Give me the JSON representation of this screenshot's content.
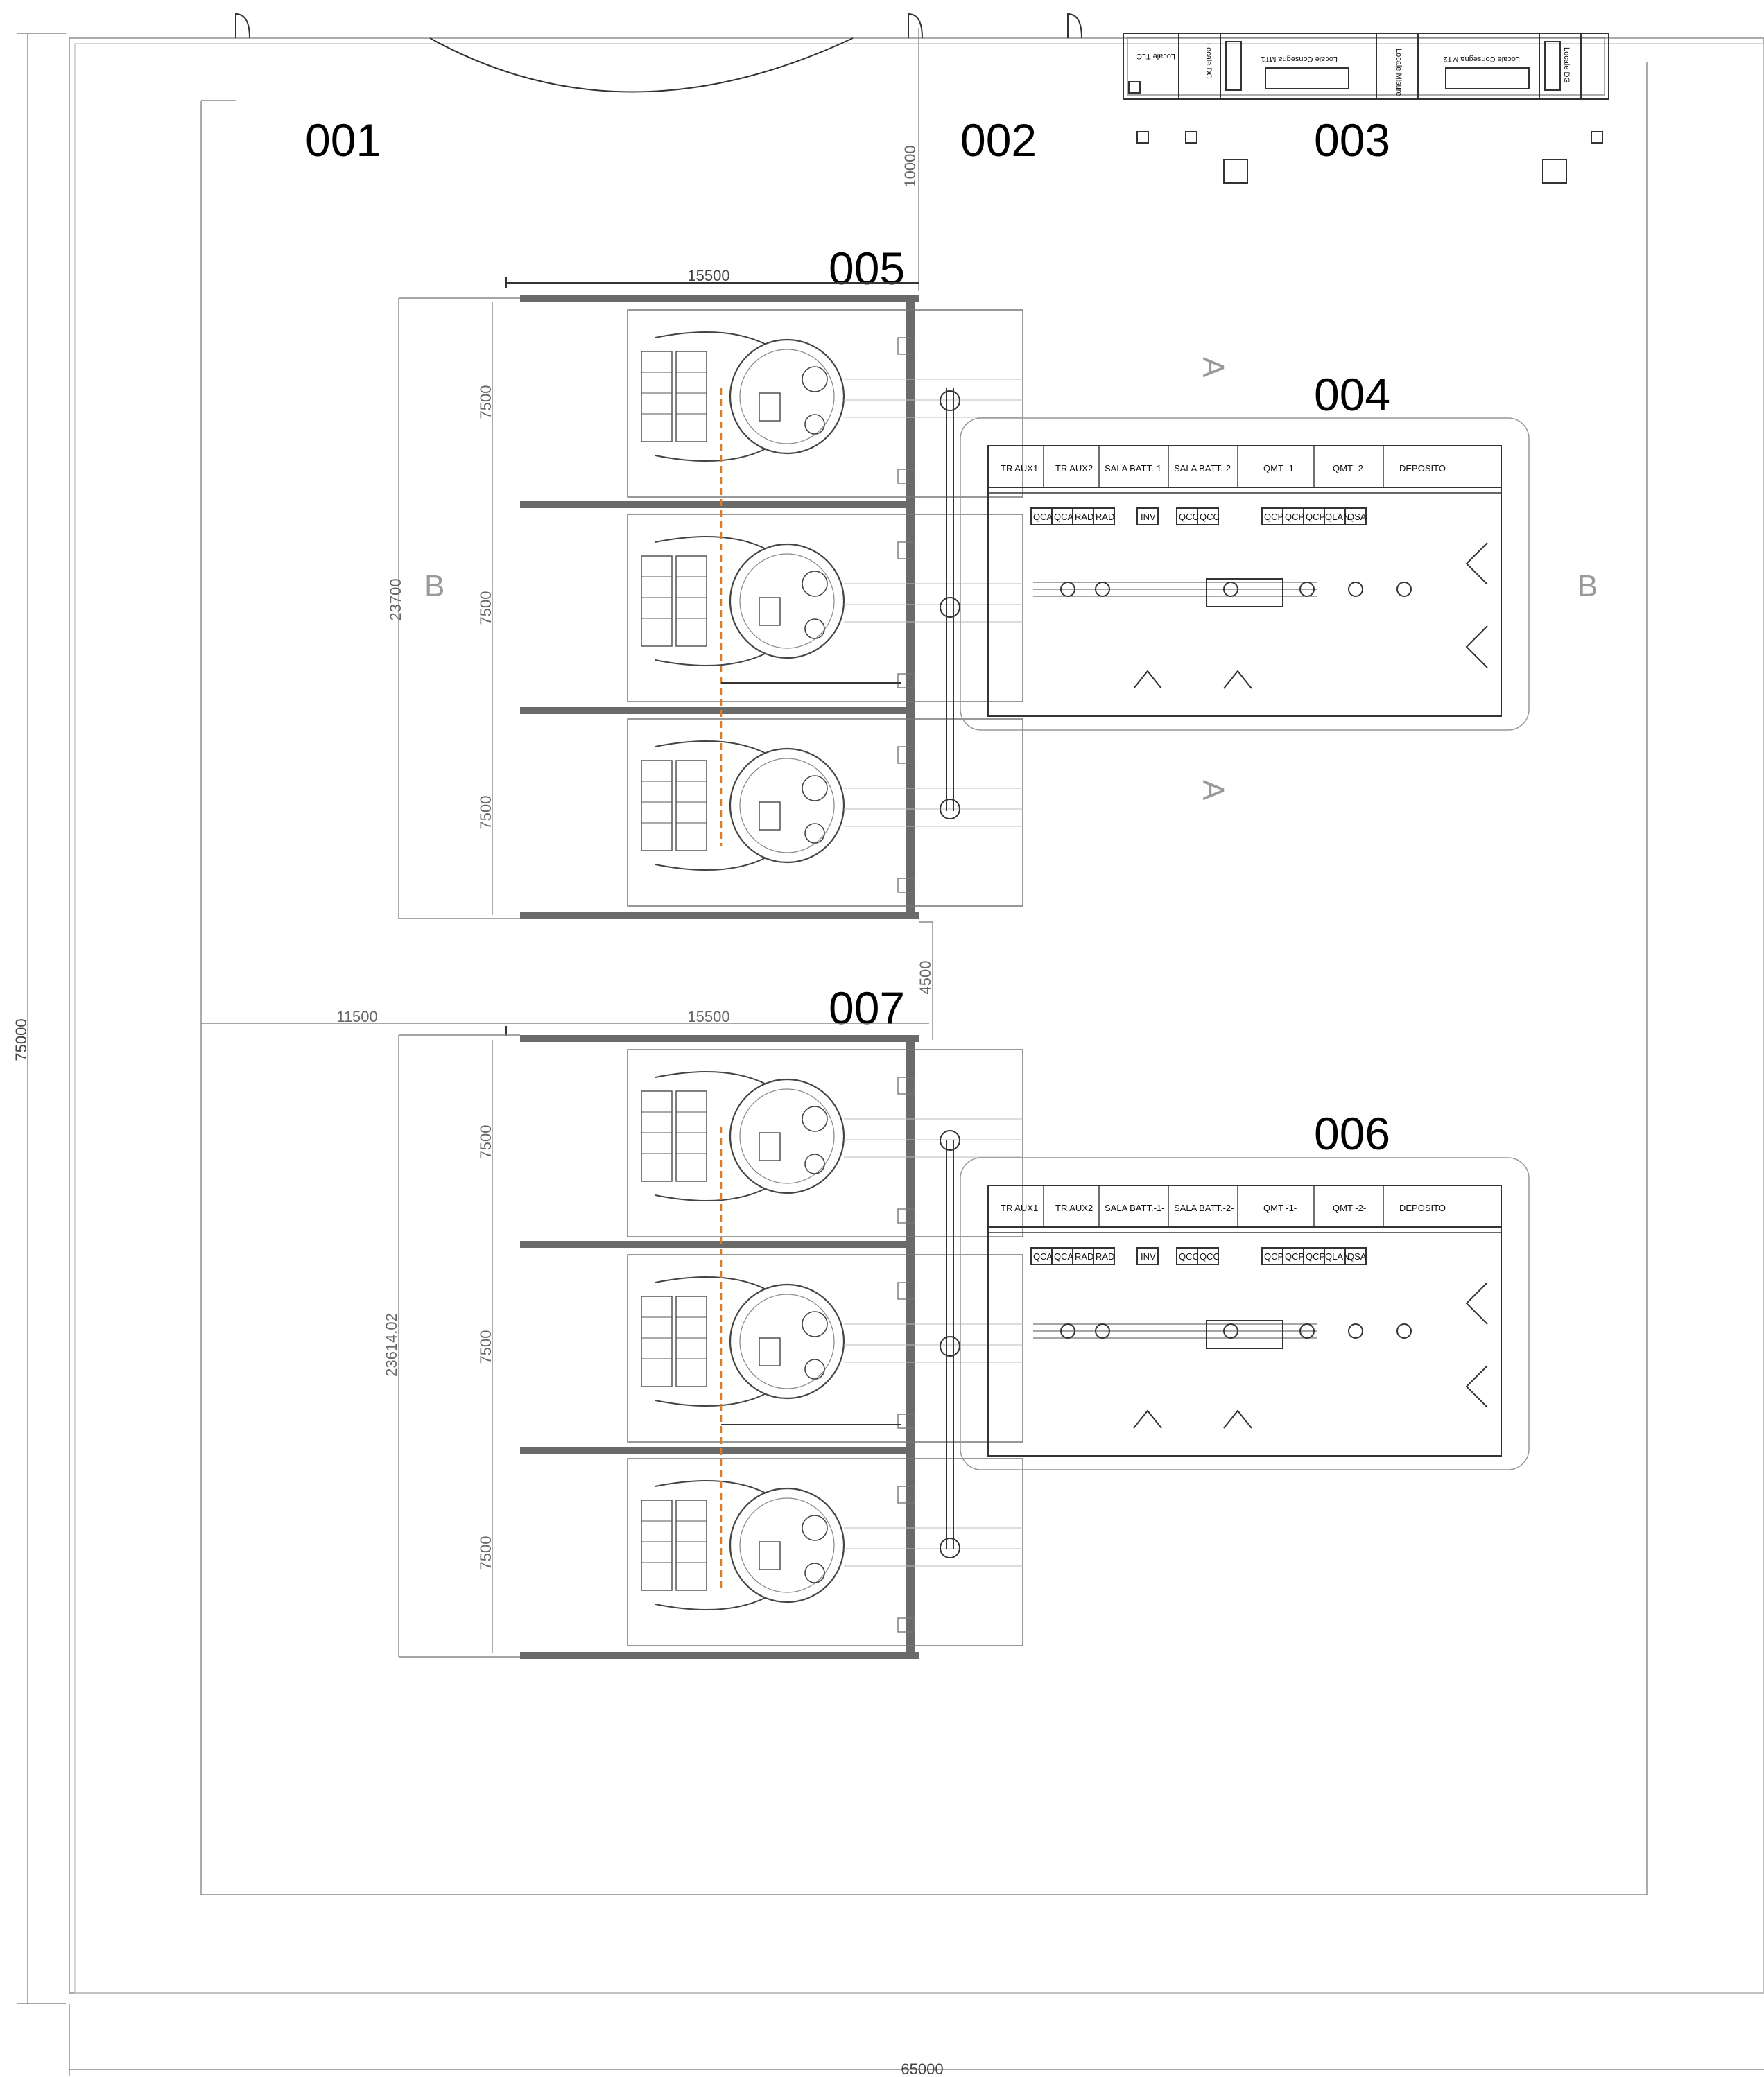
{
  "zones": {
    "z001": "001",
    "z002": "002",
    "z003": "003",
    "z004": "004",
    "z005": "005",
    "z006": "006",
    "z007": "007"
  },
  "dimensions": {
    "total_height": "75000",
    "total_width": "65000",
    "gap_top": "10000",
    "gap_mid": "4500",
    "left_offset": "11500",
    "block_width_1": "15500",
    "block_width_2": "15500",
    "block_height_1": "23700",
    "block_height_2": "23614,02",
    "bay": "7500"
  },
  "section_marks": {
    "a": "A",
    "b": "B"
  },
  "substation_rooms": [
    "TR AUX1",
    "TR AUX2",
    "SALA BATT.-1-",
    "SALA BATT.-2-",
    "QMT -1-",
    "QMT -2-",
    "DEPOSITO"
  ],
  "panels": [
    "QCA",
    "QCA",
    "RAD",
    "RAD",
    "INV",
    "QCC",
    "QCC",
    "QCP",
    "QCP",
    "QCP",
    "QLAN",
    "QSA"
  ],
  "top_rooms": [
    "Locale TLC",
    "Locale DG",
    "Locale Consegna MT1",
    "Locale Misure",
    "Locale Consegna MT2",
    "Locale DG"
  ]
}
